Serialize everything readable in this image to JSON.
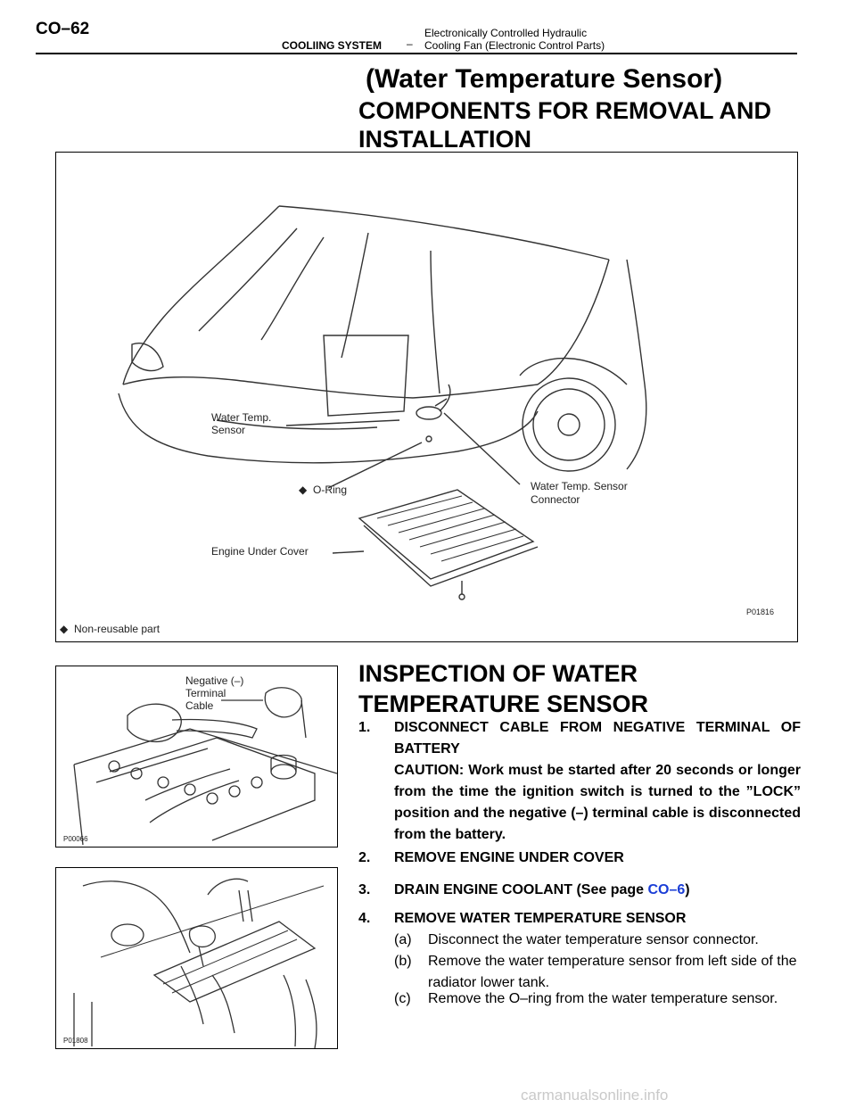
{
  "header": {
    "page_number": "CO–62",
    "system": "COOLIING SYSTEM",
    "separator": "–",
    "subtitle_line1": "Electronically Controlled Hydraulic",
    "subtitle_line2": "Cooling Fan (Electronic Control Parts)"
  },
  "sensor_title": "(Water Temperature Sensor)",
  "components_title": "COMPONENTS FOR REMOVAL AND INSTALLATION",
  "main_figure": {
    "labels": {
      "water_temp_sensor_1": "Water Temp.",
      "water_temp_sensor_2": "Sensor",
      "o_ring": "O-Ring",
      "connector_1": "Water Temp. Sensor",
      "connector_2": "Connector",
      "engine_under_cover": "Engine Under Cover",
      "figure_code": "P01816",
      "legend": "Non-reusable part"
    }
  },
  "battery_figure": {
    "label_1": "Negative (–)",
    "label_2": "Terminal",
    "label_3": "Cable",
    "figure_code": "P00066"
  },
  "radiator_figure": {
    "figure_code": "P01808"
  },
  "inspection_title": "INSPECTION OF WATER TEMPERATURE SENSOR",
  "steps": {
    "s1_num": "1.",
    "s1_text": "DISCONNECT CABLE FROM NEGATIVE TERMINAL OF BATTERY",
    "s1_caution": "CAUTION: Work must be started after 20 seconds or longer from the time the ignition switch is turned to the ”LOCK” position and the negative (–) terminal cable is disconnected from the battery.",
    "s2_num": "2.",
    "s2_text": "REMOVE ENGINE UNDER COVER",
    "s3_num": "3.",
    "s3_text_pre": "DRAIN ENGINE COOLANT (See page ",
    "s3_link": "CO–6",
    "s3_text_post": ")",
    "s4_num": "4.",
    "s4_text": "REMOVE WATER TEMPERATURE SENSOR",
    "a_num": "(a)",
    "a_text": "Disconnect the water temperature sensor connector.",
    "b_num": "(b)",
    "b_text": "Remove the water temperature sensor from left side of the radiator lower tank.",
    "c_num": "(c)",
    "c_text": "Remove the O–ring from the water temperature sensor."
  },
  "watermark": "carmanualsonline.info",
  "colors": {
    "link": "#1a3dd6",
    "watermark": "#c9c9c9"
  }
}
